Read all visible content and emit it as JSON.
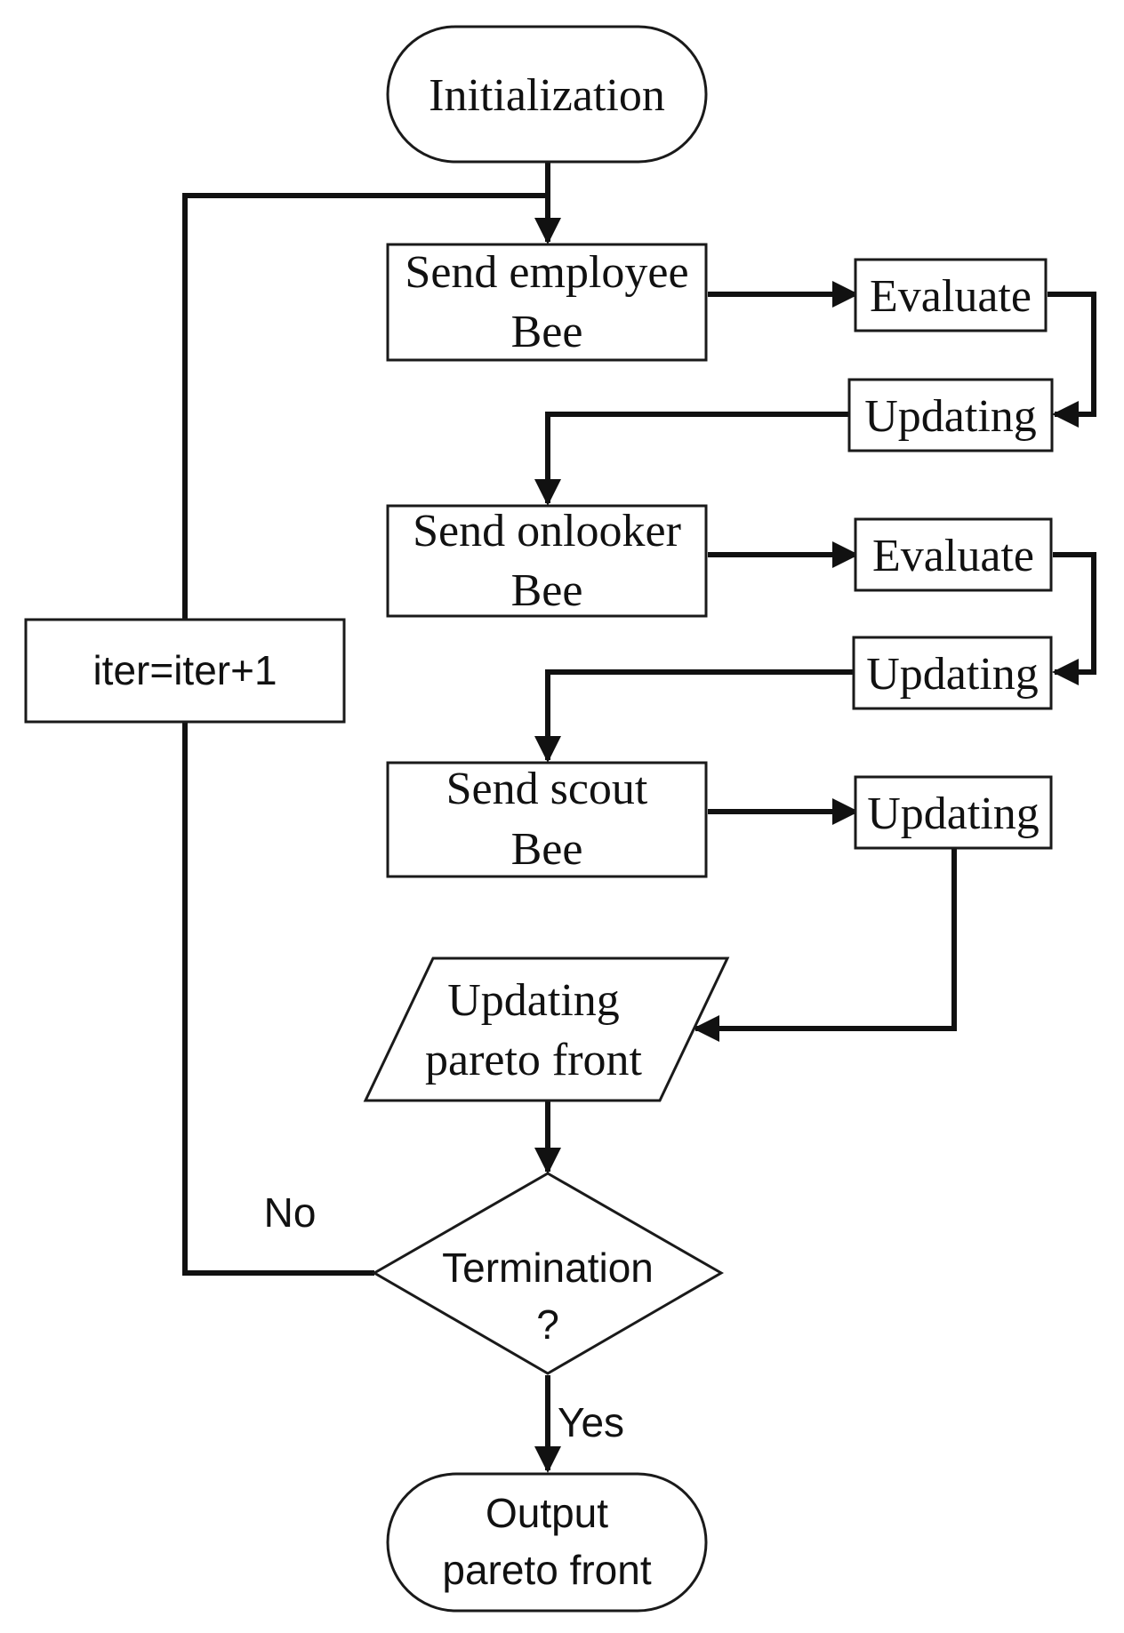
{
  "nodes": {
    "initialization": "Initialization",
    "send_employee": [
      "Send employee",
      "Bee"
    ],
    "evaluate_1": "Evaluate",
    "updating_1": "Updating",
    "send_onlooker": [
      "Send onlooker",
      "Bee"
    ],
    "evaluate_2": "Evaluate",
    "updating_2": "Updating",
    "send_scout": [
      "Send scout",
      "Bee"
    ],
    "updating_3": "Updating",
    "updating_pareto": [
      "Updating",
      "pareto front"
    ],
    "termination": [
      "Termination",
      "?"
    ],
    "output": [
      "Output",
      "pareto front"
    ],
    "iter": "iter=iter+1"
  },
  "edge_labels": {
    "no": "No",
    "yes": "Yes"
  }
}
